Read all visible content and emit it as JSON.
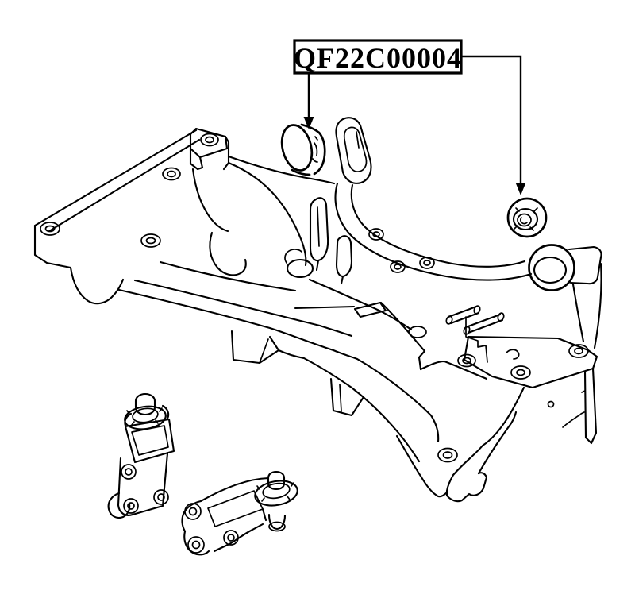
{
  "diagram": {
    "background_color": "#ffffff",
    "line_color": "#000000",
    "callout": {
      "part_number": "QF22C00004",
      "box_fill": "#ffffff",
      "box_border_color": "#000000",
      "arrows": [
        {
          "icon": "arrow-down-icon",
          "points_to": "front-bushing"
        },
        {
          "icon": "arrow-down-icon",
          "points_to": "rear-bushing"
        }
      ]
    }
  }
}
